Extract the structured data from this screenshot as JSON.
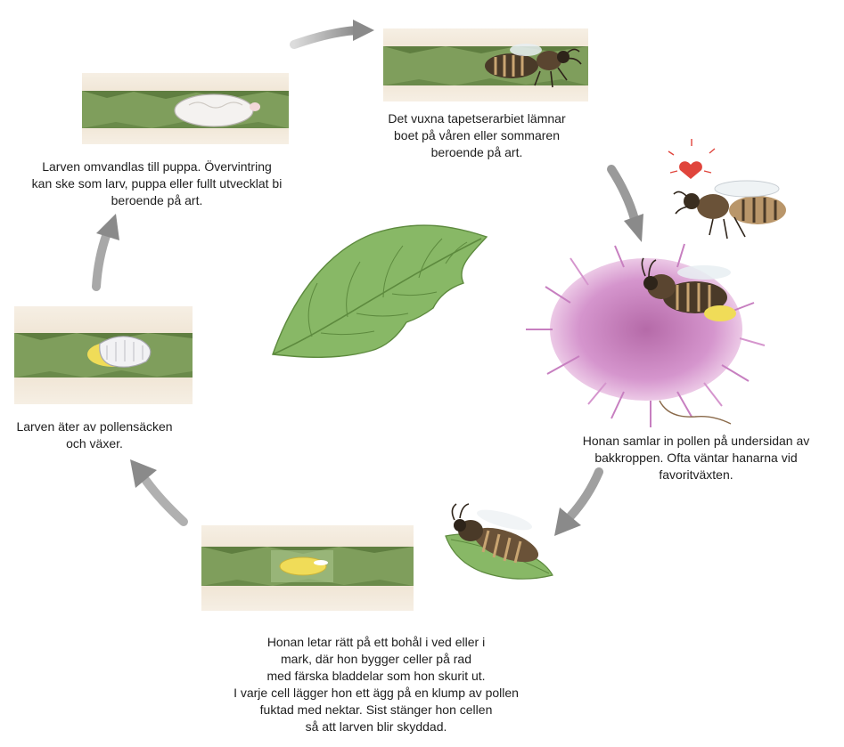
{
  "captions": {
    "adult": [
      "Det vuxna tapetserarbiet lämnar",
      "boet på våren eller sommaren",
      "beroende på art."
    ],
    "pupa": [
      "Larven omvandlas till puppa. Övervintring",
      "kan ske som larv, puppa eller fullt utvecklat bi",
      "beroende på art."
    ],
    "larva": [
      "Larven äter av pollensäcken",
      "och växer."
    ],
    "pollen": [
      "Honan samlar in pollen på undersidan av",
      "bakkroppen. Ofta väntar hanarna vid",
      "favoritväxten."
    ],
    "nest": [
      "Honan letar rätt på ett bohål i ved eller i",
      "mark, där hon bygger celler på rad",
      "med färska bladdelar som hon skurit ut.",
      "I varje cell lägger hon ett ägg på en klump av pollen",
      "fuktad med nektar. Sist stänger hon cellen",
      "så att larven blir skyddad."
    ]
  },
  "colors": {
    "arrow": "#8a8a8a",
    "wood": "#e9dcc8",
    "leaf_lining": "#7f9e5c",
    "leaf": "#88b866",
    "flower": "#c77fc0",
    "bee_body": "#4a3a28",
    "bee_stripe": "#c9a572",
    "pollen": "#f0dc58",
    "heart": "#e0453c"
  },
  "icons": [
    "leaf-icon",
    "bee-icon",
    "thistle-flower-icon",
    "heart-icon",
    "pupa-icon",
    "larva-icon",
    "pollen-egg-icon"
  ]
}
